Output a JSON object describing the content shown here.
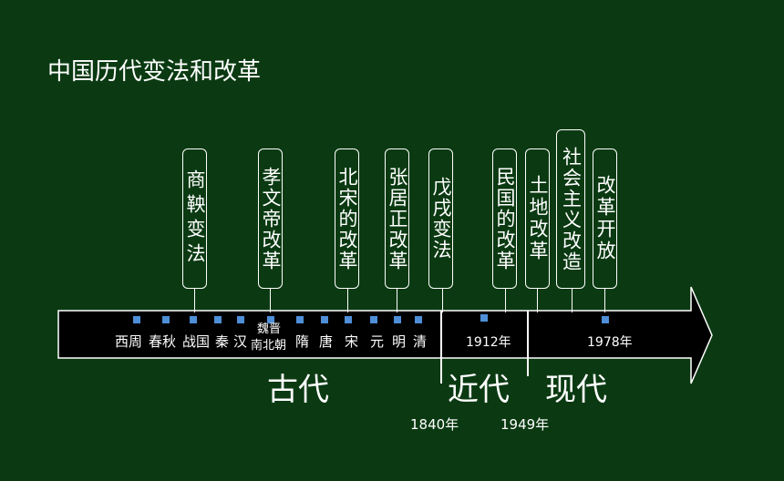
{
  "title": "中国历代变法和改革",
  "reforms": [
    {
      "label": "商鞅变法"
    },
    {
      "label": "孝文帝改革"
    },
    {
      "label": "北宋的改革"
    },
    {
      "label": "张居正改革"
    },
    {
      "label": "戊戌变法"
    },
    {
      "label": "民国的改革"
    },
    {
      "label": "土地改革"
    },
    {
      "label": "社会主义改造"
    },
    {
      "label": "改革开放"
    }
  ],
  "dynasties": [
    "西周",
    "春秋",
    "战国",
    "秦",
    "汉",
    "魏晋",
    "南北朝",
    "隋",
    "唐",
    "宋",
    "元",
    "明",
    "清"
  ],
  "axis_years": [
    "1912年",
    "1978年"
  ],
  "eras": [
    "古代",
    "近代",
    "现代"
  ],
  "boundary_years": [
    "1840年",
    "1949年"
  ],
  "colors": {
    "background": "#0b3a12",
    "timeline": "#000000",
    "marker": "#4e8fd8",
    "line": "#ffffff"
  }
}
